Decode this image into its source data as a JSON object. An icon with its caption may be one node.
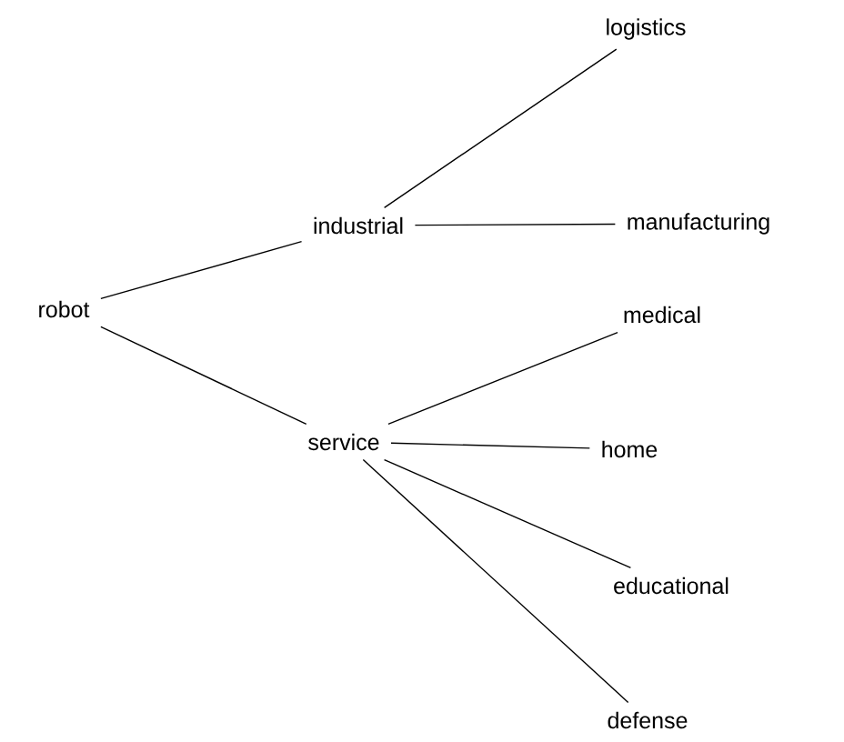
{
  "diagram": {
    "nodes": [
      {
        "text": [
          "robot"
        ]
      },
      {
        "text": [
          "industrial"
        ]
      },
      {
        "text": [
          "service"
        ]
      },
      {
        "text": [
          "logistics"
        ]
      },
      {
        "text": [
          "manufacturing"
        ]
      },
      {
        "text": [
          "medical"
        ]
      },
      {
        "text": [
          "home"
        ]
      },
      {
        "text": [
          "educational"
        ]
      },
      {
        "text": [
          "defense"
        ]
      }
    ],
    "edges": [
      {
        "from": 0,
        "to": 1,
        "arrow": "none"
      },
      {
        "from": 0,
        "to": 2,
        "arrow": "none"
      },
      {
        "from": 1,
        "to": 3,
        "arrow": "none"
      },
      {
        "from": 1,
        "to": 4,
        "arrow": "none"
      },
      {
        "from": 2,
        "to": 5,
        "arrow": "none"
      },
      {
        "from": 2,
        "to": 6,
        "arrow": "none"
      },
      {
        "from": 2,
        "to": 7,
        "arrow": "none"
      },
      {
        "from": 2,
        "to": 8,
        "arrow": "none"
      }
    ]
  }
}
